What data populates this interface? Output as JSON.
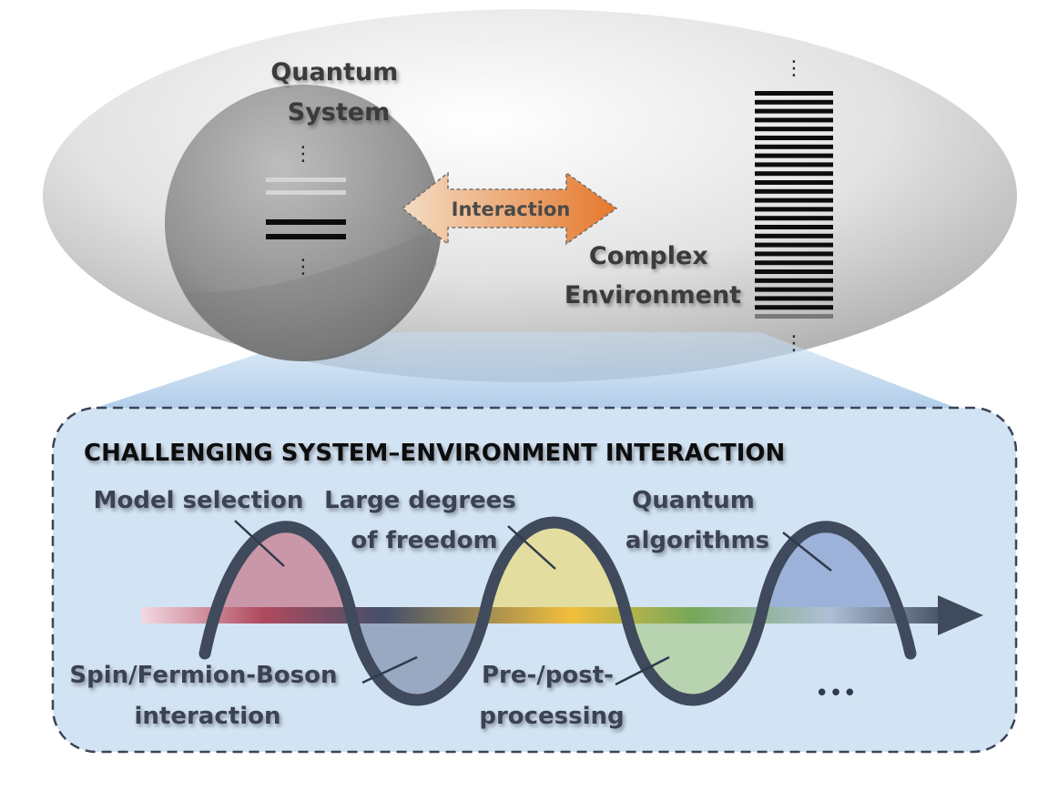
{
  "top": {
    "system_label": [
      "Quantum",
      "System"
    ],
    "interaction_label": "Interaction",
    "environment_label": [
      "Complex",
      "Environment"
    ],
    "ellipsis_vertical": "⋮"
  },
  "bottom": {
    "title": "CHALLENGING SYSTEM–ENVIRONMENT INTERACTION",
    "challenges": [
      {
        "lines": [
          "Model selection"
        ]
      },
      {
        "lines": [
          "Large degrees",
          "of freedom"
        ]
      },
      {
        "lines": [
          "Quantum",
          "algorithms"
        ]
      },
      {
        "lines": [
          "Spin/Fermion-Boson",
          "interaction"
        ]
      },
      {
        "lines": [
          "Pre-/post-",
          "processing"
        ]
      }
    ],
    "more": "•••"
  },
  "colors": {
    "ellipse_fill": "#d8d8d8",
    "sphere_fill": "#8f8f8f",
    "panel_fill": "#d2e3f3",
    "panel_border": "#3a4558",
    "wave_stroke": "#3f4a5c",
    "arrow_orange": "#e6843c",
    "lobe_red": "#c9899a",
    "lobe_blue_gray": "#8e9fb7",
    "lobe_yellow": "#e4dc96",
    "lobe_green": "#b5d0a9",
    "lobe_blue": "#97acd6"
  }
}
